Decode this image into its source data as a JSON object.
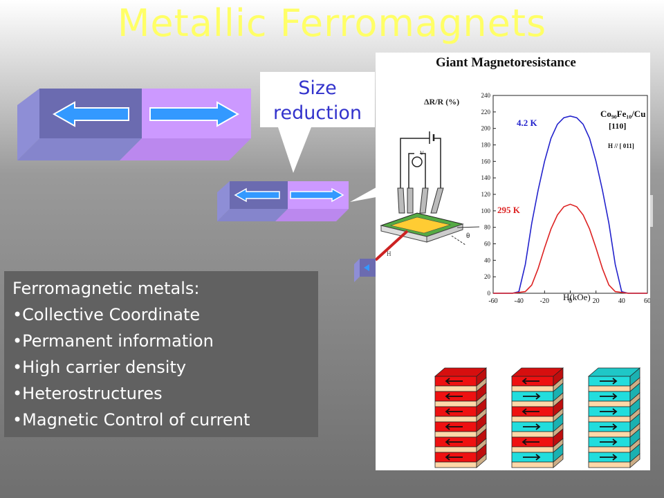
{
  "slide": {
    "title": "Metallic Ferromagnets",
    "callout": {
      "line1": "Size",
      "line2": "reduction"
    },
    "bullets": {
      "heading": "Ferromagnetic metals:",
      "items": [
        "•Collective Coordinate",
        "•Permanent information",
        "•High carrier density",
        "•Heterostructures",
        "•Magnetic Control of current"
      ]
    }
  },
  "figure": {
    "title": "Giant Magnetoresistance",
    "material_line1": "Co₉₀Fe₁₀/Cu",
    "material_line2": "[110]",
    "field_orientation": "H // [ 011]",
    "setup_label_v": "V",
    "setup_label_h": "H",
    "setup_label_theta": "θ",
    "colors": {
      "bar_blue": "#6666aa",
      "bar_violet": "#cc99ff",
      "arrow_blue": "#3399ff",
      "layer_red": "#ee1111",
      "layer_cyan": "#22dddd",
      "layer_tan": "#ffd8a8"
    }
  },
  "chart_data": {
    "type": "line",
    "xlabel": "H(kOe)",
    "ylabel": "ΔR/R (%)",
    "xlim": [
      -60,
      60
    ],
    "ylim": [
      0,
      240
    ],
    "xticks": [
      "-60",
      "-40",
      "-20",
      "0",
      "20",
      "40",
      "60"
    ],
    "yticks": [
      "0",
      "20",
      "40",
      "60",
      "80",
      "100",
      "120",
      "140",
      "160",
      "180",
      "200",
      "220",
      "240"
    ],
    "series": [
      {
        "name": "4.2 K",
        "color": "#2222cc",
        "x": [
          -60,
          -45,
          -40,
          -35,
          -30,
          -25,
          -20,
          -15,
          -10,
          -5,
          0,
          5,
          10,
          15,
          20,
          25,
          30,
          35,
          40,
          45,
          60
        ],
        "y": [
          0,
          0,
          2,
          35,
          85,
          125,
          160,
          188,
          205,
          213,
          215,
          213,
          205,
          188,
          160,
          125,
          85,
          35,
          2,
          0,
          0
        ]
      },
      {
        "name": "295 K",
        "color": "#dd2222",
        "x": [
          -60,
          -45,
          -35,
          -30,
          -25,
          -20,
          -15,
          -10,
          -5,
          0,
          5,
          10,
          15,
          20,
          25,
          30,
          35,
          45,
          60
        ],
        "y": [
          0,
          0,
          2,
          10,
          30,
          55,
          78,
          95,
          105,
          108,
          105,
          95,
          78,
          55,
          30,
          10,
          2,
          0,
          0
        ]
      }
    ]
  }
}
